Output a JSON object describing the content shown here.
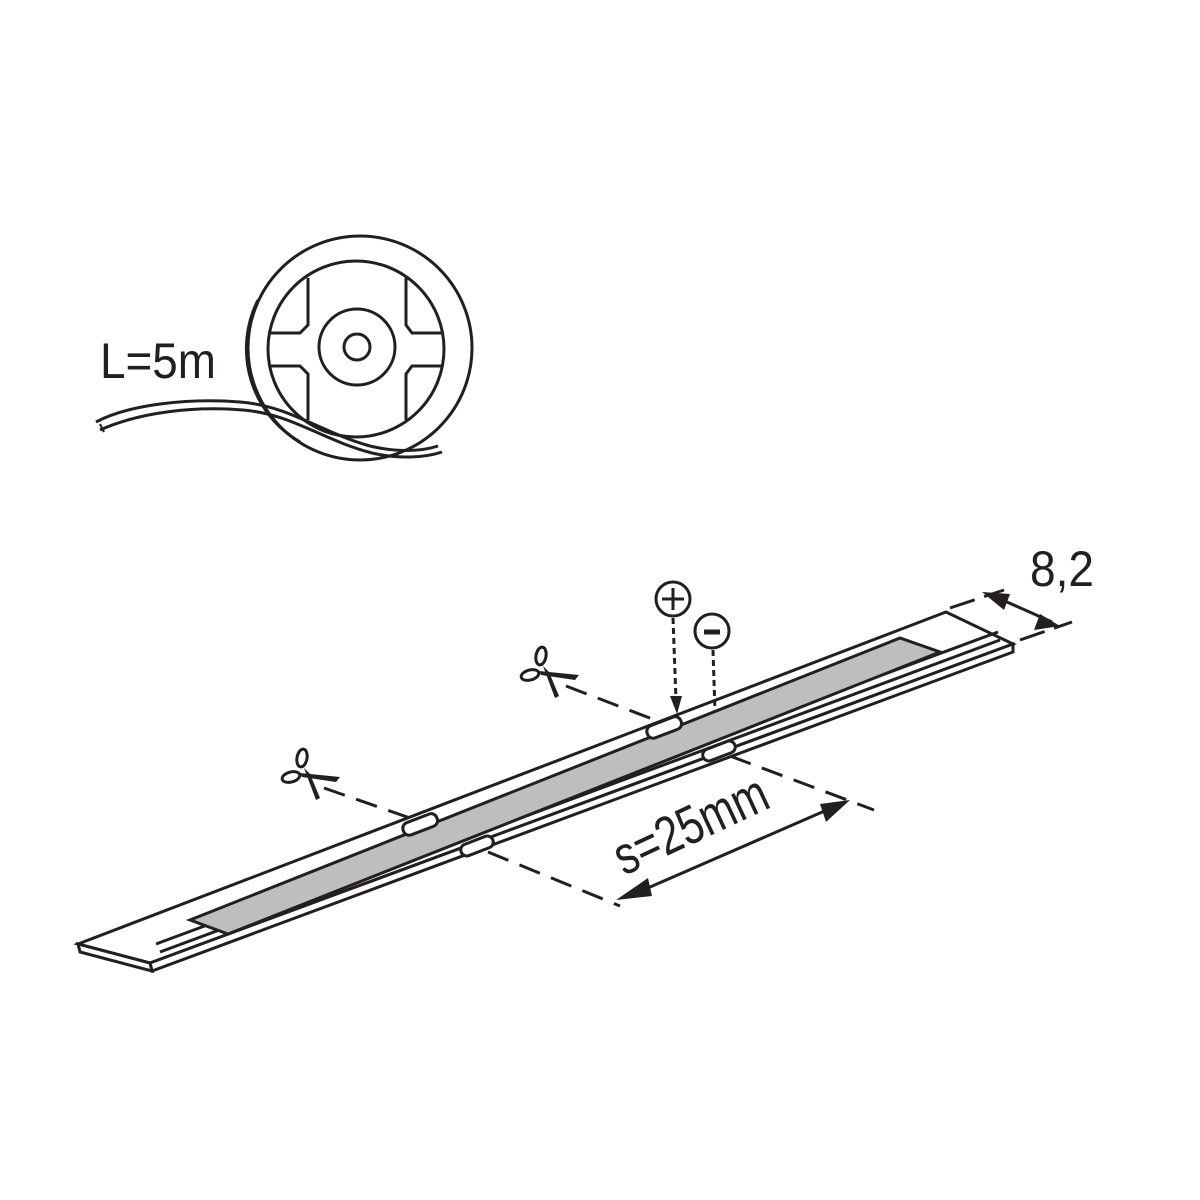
{
  "diagram": {
    "subject": "LED strip dimension drawing",
    "colors": {
      "line": "#231f20",
      "background": "#ffffff",
      "led_band": "#bdbebf"
    },
    "reel": {
      "length_label": "L=5m"
    },
    "strip": {
      "width_label": "8,2",
      "cut_spacing_label": "s=25mm",
      "polarity": {
        "positive_symbol": "+",
        "negative_symbol": "−"
      },
      "cut_marks": [
        {
          "icon": "scissors-icon",
          "position": "left"
        },
        {
          "icon": "scissors-icon",
          "position": "middle"
        }
      ]
    }
  }
}
